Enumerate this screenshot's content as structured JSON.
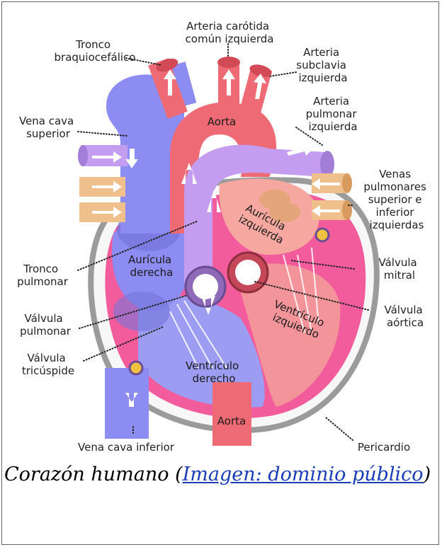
{
  "labels": {
    "tronco_braquiocefalico": [
      "Tronco",
      "braquiocefálico"
    ],
    "arteria_carotida": [
      "Arteria carótida",
      "común izquierda"
    ],
    "arteria_subclavia": [
      "Arteria",
      "subclavia",
      "izquierda"
    ],
    "arteria_pulmonar": [
      "Arteria",
      "pulmonar",
      "izquierda"
    ],
    "vena_cava_superior": [
      "Vena cava",
      "superior"
    ],
    "aorta_top": "Aorta",
    "venas_pulmonares": [
      "Venas",
      "pulmonares",
      "superior e",
      "inferior",
      "izquierdas"
    ],
    "auricula_izquierda": [
      "Aurícula",
      "izquierda"
    ],
    "tronco_pulmonar": [
      "Tronco",
      "pulmonar"
    ],
    "auricula_derecha": [
      "Aurícula",
      "derecha"
    ],
    "valvula_mitral": [
      "Válvula",
      "mitral"
    ],
    "valvula_pulmonar": [
      "Válvula",
      "pulmonar"
    ],
    "ventriculo_izquierdo": [
      "Ventrículo",
      "izquierdo"
    ],
    "valvula_aortica": [
      "Válvula",
      "aórtica"
    ],
    "valvula_tricuspide": [
      "Válvula",
      "tricúspide"
    ],
    "ventriculo_derecho": [
      "Ventrículo",
      "derecho"
    ],
    "vena_cava_inferior": "Vena cava inferior",
    "aorta_bottom": "Aorta",
    "pericardio": "Pericardio"
  },
  "caption": {
    "text_before": "Corazón humano (",
    "link_text": "Imagen: dominio público",
    "text_after": ")"
  },
  "colors": {
    "vein_blue": "#8c8cf2",
    "artery_red": "#ee6a74",
    "pulmonary_lilac": "#c49cf0",
    "pulmonary_vein_tan": "#f0c08c",
    "myocardium_pink": "#f25c9c",
    "pericardium_gray": "#9b9b9b",
    "link_blue": "#1a3db8"
  }
}
